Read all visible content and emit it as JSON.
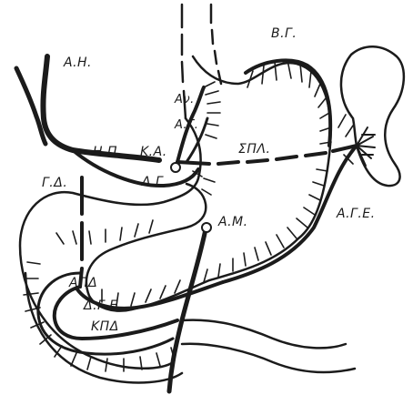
{
  "diagram": {
    "colors": {
      "ink": "#1b1b1b",
      "background": "#ffffff"
    },
    "labels": {
      "ah": "Α.Η.",
      "bg": "Β.Γ.",
      "av": "Αν.",
      "ag": "Α.Γ.",
      "np": "Η.Π.",
      "ka": "Κ.Α.",
      "spl": "ΣΠΛ.",
      "gd": "Γ.Δ.",
      "dg": "Δ.Γ.",
      "am": "Α.Μ.",
      "age": "Α.Γ.Ε.",
      "apd": "ΑΠΔ",
      "dge": "Δ.Γ.Ε.",
      "kpd": "ΚΠΔ"
    }
  }
}
